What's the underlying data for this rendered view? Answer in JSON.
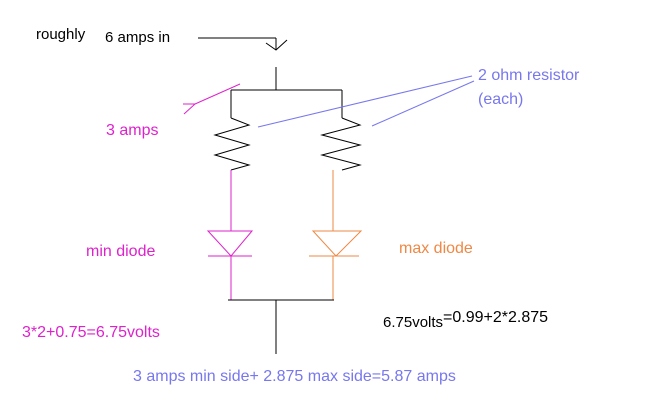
{
  "labels": {
    "input_prefix": "roughly",
    "input_current": "6 amps in",
    "resistor_note_line1": "2 ohm resistor",
    "resistor_note_line2": "(each)",
    "branch_current": "3 amps",
    "min_diode": "min diode",
    "max_diode": "max diode",
    "min_equation": "3*2+0.75=6.75volts",
    "max_equation_volts": "6.75volts",
    "max_equation_rest": "=0.99+2*2.875",
    "total": "3 amps min side+ 2.875 max side=5.87 amps"
  },
  "colors": {
    "black": "#000000",
    "magenta": "#dd22cc",
    "orange": "#ee8844",
    "lavender": "#7777ee"
  }
}
